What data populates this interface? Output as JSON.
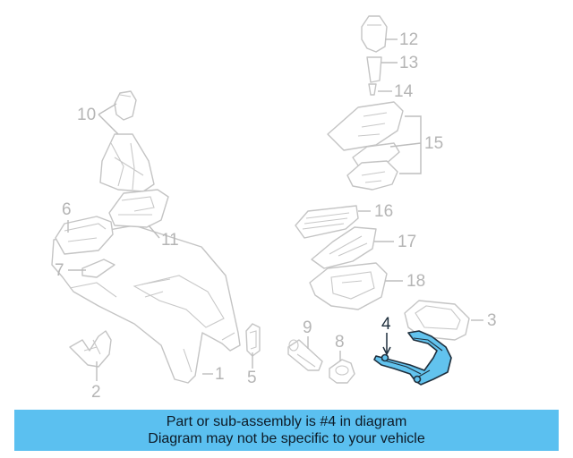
{
  "callouts": {
    "c1": "1",
    "c2": "2",
    "c3": "3",
    "c4": "4",
    "c5": "5",
    "c6": "6",
    "c7": "7",
    "c8": "8",
    "c9": "9",
    "c10": "10",
    "c11": "11",
    "c12": "12",
    "c13": "13",
    "c14": "14",
    "c15": "15",
    "c16": "16",
    "c17": "17",
    "c18": "18"
  },
  "highlighted_part": "4",
  "colors": {
    "highlight_fill": "#62c3ee",
    "banner_bg": "#5bc0f0",
    "line_gray": "#c4c4c4"
  },
  "banner": {
    "line1": "Part or sub-assembly is #4 in diagram",
    "line2": "Diagram may not be specific to your vehicle"
  }
}
